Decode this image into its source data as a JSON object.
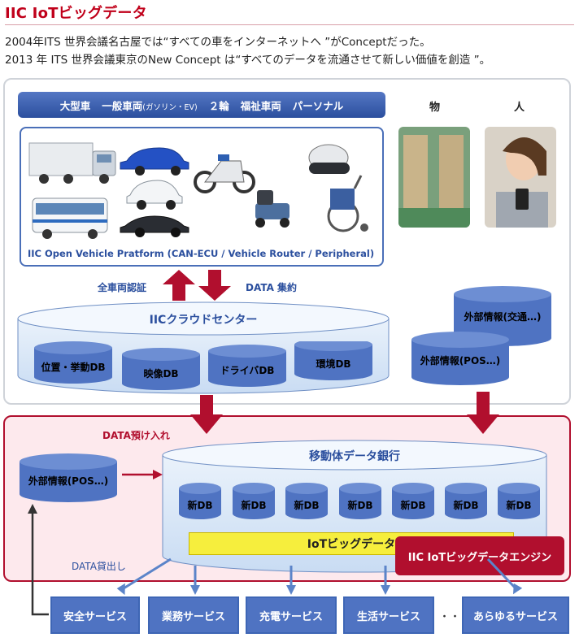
{
  "title": "IIC IoTビッグデータ",
  "intro": {
    "line1": "2004年ITS 世界会議名古屋では“すべての車をインターネットへ ”がConceptだった。",
    "line2": "2013 年 ITS 世界会議東京のNew Concept は“すべてのデータを流通させて新しい価値を創造 ”。"
  },
  "categories": {
    "large": "大型車",
    "general": "一般車両",
    "general_sub": "(ガソリン・EV)",
    "two_wheel": "２輪",
    "welfare": "福祉車両",
    "personal": "パーソナル",
    "goods": "物",
    "people": "人"
  },
  "platform_label": "IIC Open Vehicle Pratform (CAN-ECU / Vehicle Router / Peripheral)",
  "arrows": {
    "auth": "全車両認証",
    "aggregate": "DATA 集約",
    "deposit": "DATA預け入れ",
    "lend": "DATA貸出し"
  },
  "cloud": {
    "title": "IICクラウドセンター",
    "dbs": [
      "位置・挙動DB",
      "映像DB",
      "ドライバDB",
      "環境DB"
    ]
  },
  "external": {
    "traffic": "外部情報(交通…)",
    "pos_top": "外部情報(POS…)",
    "pos_left": "外部情報(POS…)"
  },
  "bank": {
    "title": "移動体データ銀行",
    "dbs": [
      "新DB",
      "新DB",
      "新DB",
      "新DB",
      "新DB",
      "新DB",
      "新DB"
    ],
    "bigdata": "IoTビッグデータ",
    "engine": "IIC IoTビッグデータエンジン"
  },
  "services": [
    "安全サービス",
    "業務サービス",
    "充電サービス",
    "生活サービス",
    "あらゆるサービス"
  ],
  "ellipsis": "・・・",
  "colors": {
    "brand_red": "#b10f2e",
    "brand_blue": "#2b4f9e",
    "db_blue": "#4f73c2",
    "bigdata_yellow": "#f6ee3d"
  }
}
